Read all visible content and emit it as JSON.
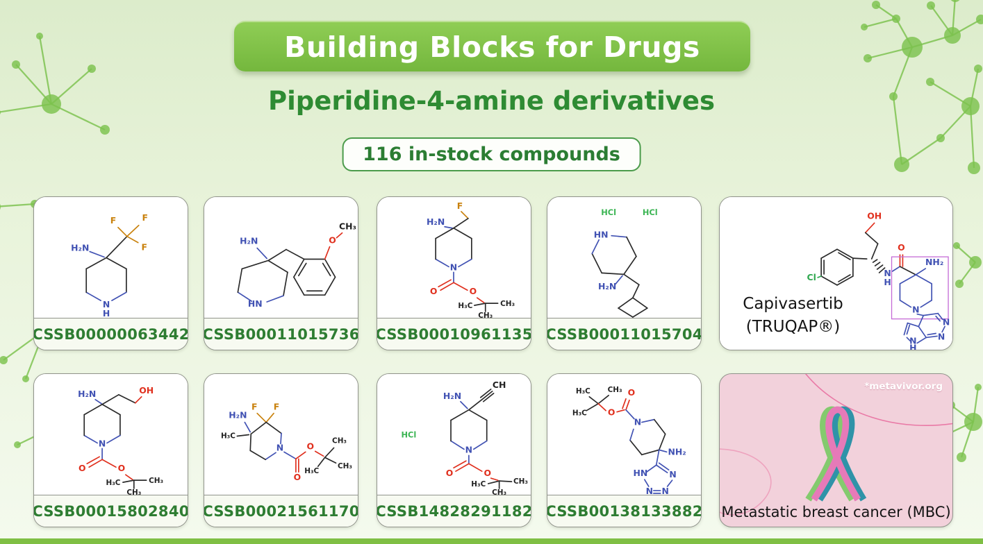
{
  "header": {
    "banner": "Building Blocks for Drugs",
    "subtitle": "Piperidine-4-amine derivatives",
    "badge": "116 in-stock compounds"
  },
  "colors": {
    "banner_green": "#7cc344",
    "title_green": "#2e8b33",
    "id_green": "#2e7d32",
    "background_top": "#dceccb",
    "background_bottom": "#f4faef",
    "footer_green": "#7fbf44",
    "pink_card": "#f2d1db",
    "decor_green": "#7cc24e",
    "atom_nitrogen_blue": "#4152b3",
    "atom_oxygen_red": "#e0301e",
    "atom_fluorine_orange": "#c9820e",
    "atom_chlorine_green": "#2fa84f",
    "ribbon_green": "#84ca6e",
    "ribbon_teal": "#2f93a8",
    "ribbon_pink": "#e67ab8"
  },
  "cards": [
    {
      "id": "CSSB00000063442",
      "atoms": [
        "H₂N",
        "F",
        "F",
        "F",
        "N",
        "H"
      ]
    },
    {
      "id": "CSSB00011015736",
      "atoms": [
        "H₂N",
        "HN",
        "O",
        "CH₃"
      ]
    },
    {
      "id": "CSSB00010961135",
      "atoms": [
        "F",
        "H₂N",
        "N",
        "O",
        "O",
        "H₃C",
        "CH₃",
        "CH₃"
      ]
    },
    {
      "id": "CSSB00011015704",
      "atoms": [
        "HCl",
        "HCl",
        "HN",
        "H₂N"
      ]
    },
    {
      "name": "Capivasertib",
      "brand": "(TRUQAP®)",
      "atoms": [
        "OH",
        "Cl",
        "N",
        "H",
        "O",
        "NH₂",
        "N",
        "N",
        "N",
        "N",
        "H"
      ]
    },
    {
      "id": "CSSB00015802840",
      "atoms": [
        "H₂N",
        "OH",
        "N",
        "O",
        "O",
        "H₃C",
        "CH₃",
        "CH₃"
      ]
    },
    {
      "id": "CSSB00021561170",
      "atoms": [
        "F",
        "F",
        "H₂N",
        "H₃C",
        "N",
        "O",
        "O",
        "CH₃",
        "CH₃",
        "H₃C"
      ]
    },
    {
      "id": "CSSB14828291182",
      "atoms": [
        "HCl",
        "H₂N",
        "CH",
        "N",
        "O",
        "O",
        "H₃C",
        "CH₃",
        "CH₃"
      ]
    },
    {
      "id": "CSSB00138133882",
      "atoms": [
        "H₃C",
        "CH₃",
        "H₃C",
        "O",
        "O",
        "N",
        "NH₂",
        "HN",
        "N",
        "N",
        "N"
      ]
    },
    {
      "caption": "Metastatic breast cancer (MBC)",
      "watermark": "*metavivor.org"
    }
  ]
}
